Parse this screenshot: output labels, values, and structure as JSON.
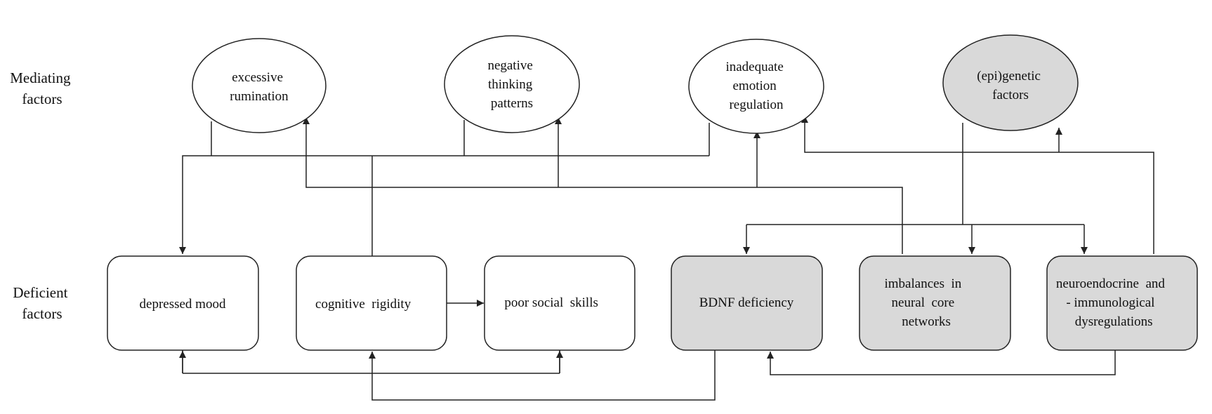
{
  "row_labels": {
    "mediating": [
      "Mediating",
      "factors"
    ],
    "deficient": [
      "Deficient",
      "factors"
    ]
  },
  "nodes": {
    "excessive_rumination": [
      "excessive",
      "rumination"
    ],
    "negative_thinking": [
      "negative",
      "thinking",
      "patterns"
    ],
    "emotion_regulation": [
      "inadequate",
      "emotion",
      "regulation"
    ],
    "epigenetic": [
      "(epi)genetic",
      "factors"
    ],
    "depressed_mood": [
      "depressed mood"
    ],
    "cognitive_rigidity": [
      "cognitive  rigidity"
    ],
    "poor_social_skills": [
      "poor social  skills"
    ],
    "bdnf": [
      "BDNF deficiency"
    ],
    "neural_networks": [
      "imbalances  in",
      "neural  core",
      "networks"
    ],
    "neuroendocrine": [
      "neuroendocrine  and",
      "- immunological",
      "dysregulations"
    ]
  },
  "colors": {
    "white_fill": "#ffffff",
    "grey_fill": "#d9d9d9",
    "stroke": "#222222"
  }
}
